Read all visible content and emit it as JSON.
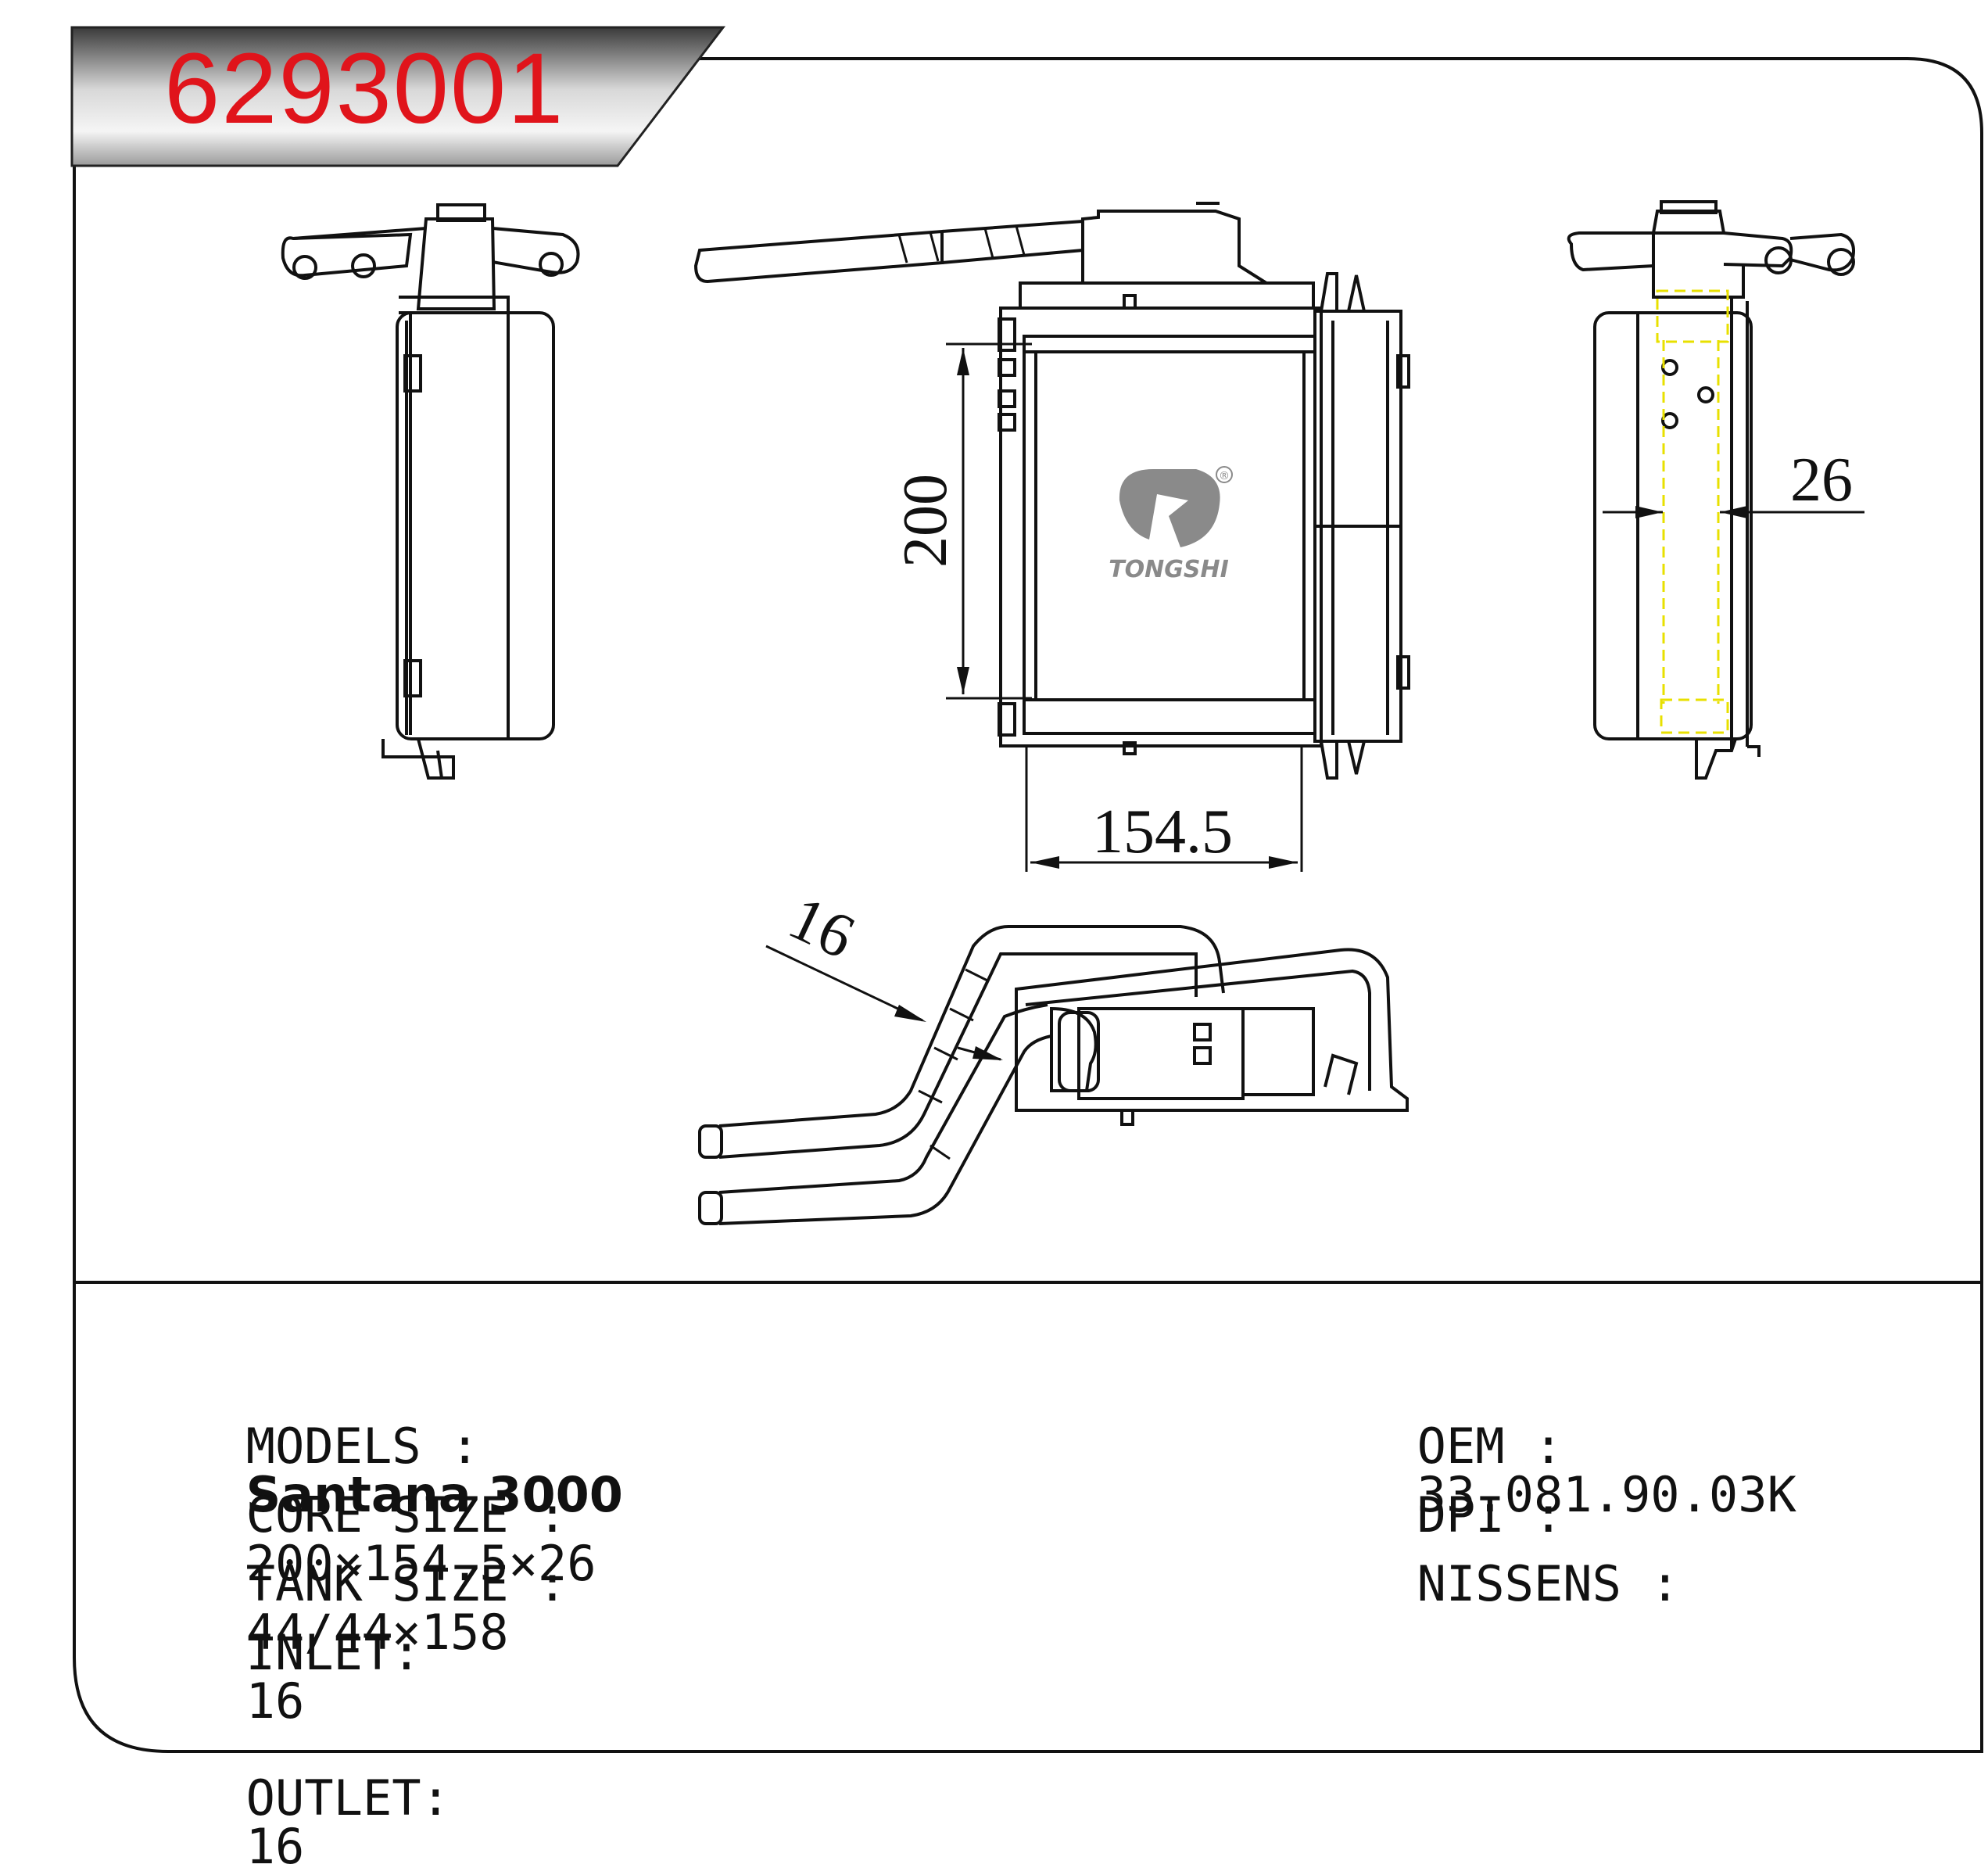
{
  "header": {
    "part_number": "6293001"
  },
  "drawing": {
    "dimensions": {
      "core_height": "200",
      "core_width": "154.5",
      "core_depth": "26",
      "pipe_diameter": "16"
    },
    "logo": {
      "brand": "TONGSHI",
      "registered": "®"
    }
  },
  "specs": {
    "models_label": "MODELS :",
    "models_value": "Santana 3000",
    "core_size_label": "CORE SIZE :",
    "core_size_value": "200×154.5×26",
    "tank_size_label": "TANK SIZE :",
    "tank_size_value": "44/44×158",
    "inlet_label": "INLET:",
    "inlet_value": "16",
    "outlet_label": "OUTLET:",
    "outlet_value": "16",
    "oem_label": "OEM :",
    "oem_value": "33.081.90.03K",
    "dpi_label": "DPI :",
    "dpi_value": "",
    "nissens_label": "NISSENS :",
    "nissens_value": ""
  },
  "colors": {
    "part_number": "#e0141b",
    "line": "#111111",
    "hidden_line": "#e8e000",
    "logo": "#8a8a8a"
  }
}
